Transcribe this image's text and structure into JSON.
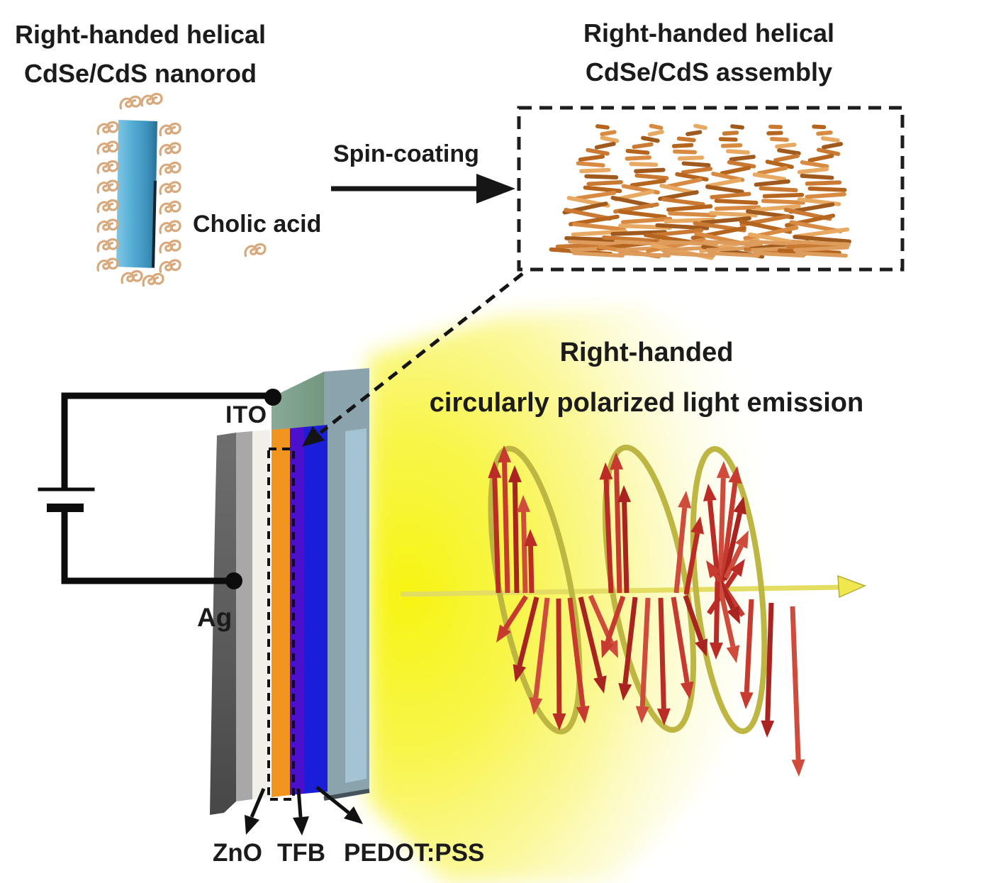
{
  "top_left": {
    "title_line1": "Right-handed helical",
    "title_line2": "CdSe/CdS nanorod",
    "cholic_label": "Cholic acid"
  },
  "process_arrow": {
    "label": "Spin-coating"
  },
  "top_right": {
    "title_line1": "Right-handed helical",
    "title_line2": "CdSe/CdS assembly"
  },
  "device": {
    "ito_label": "ITO",
    "ag_label": "Ag",
    "zno_label": "ZnO",
    "tfb_label": "TFB",
    "pedot_label": "PEDOT:PSS"
  },
  "emission": {
    "title_line1": "Right-handed",
    "title_line2": "circularly polarized light emission"
  },
  "colors": {
    "nanorod_blue": "#57b0d6",
    "ligand_tan": "#d8a97c",
    "assembly_orange": "#c87a35",
    "glow_yellow": "#f7f41c",
    "arrow_red": "#bb2c27",
    "helix_ring_yellow": "#bdb642",
    "ito_green": "#7fa290",
    "glass_slate": "#8aa3ad",
    "pedot_blue": "#1a1ed9",
    "tfb_purple": "#4a10cb",
    "qd_layer_orange": "#f29420",
    "zno_white": "#f1efe9",
    "ag_gray": "#5a5a5a"
  }
}
